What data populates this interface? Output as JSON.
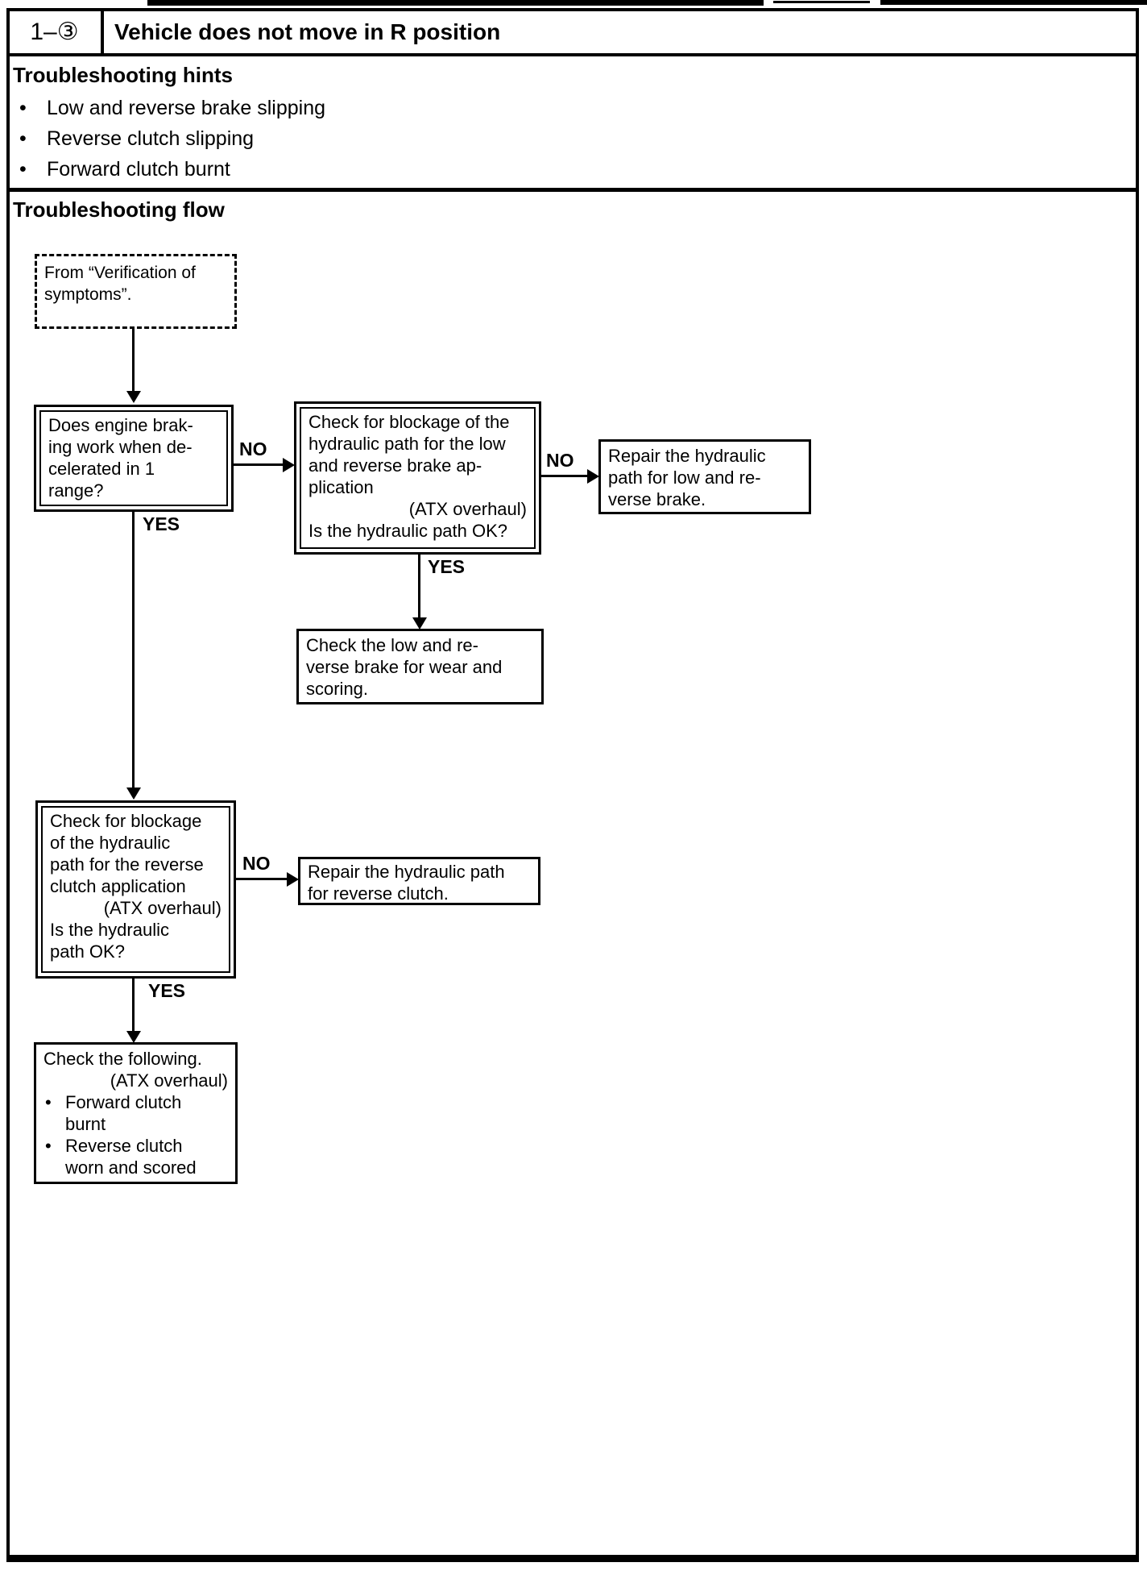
{
  "bullet": "•",
  "header": {
    "code": "1–③",
    "title": "Vehicle does not move in R position"
  },
  "hints": {
    "title": "Troubleshooting hints",
    "items": [
      "Low and reverse brake slipping",
      "Reverse clutch slipping",
      "Forward clutch burnt"
    ]
  },
  "flow": {
    "title": "Troubleshooting flow",
    "start": "From “Verification of\nsymptoms”.",
    "labels": {
      "yes": "YES",
      "no": "NO"
    },
    "nodes": {
      "engine_braking_question": "Does engine brak-\ning work when de-\ncelerated in 1\nrange?",
      "check_low_reverse_path": "Check for blockage of the\nhydraulic path for the low\nand reverse brake ap-\nplication",
      "atx_overhaul_note": "(ATX overhaul)",
      "hydraulic_path_ok_question": "Is the hydraulic path OK?",
      "repair_low_reverse": "Repair the hydraulic\npath for low and re-\nverse brake.",
      "check_low_reverse_wear": "Check the low and re-\nverse brake for wear and\nscoring.",
      "check_reverse_clutch_path": "Check for blockage\nof the hydraulic\npath for the reverse\nclutch application",
      "hydraulic_path_ok_question_2": "Is the hydraulic\npath OK?",
      "repair_reverse_clutch": "Repair the hydraulic path\nfor reverse clutch.",
      "final_check_intro": "Check the following.",
      "final_items": [
        "Forward clutch\nburnt",
        "Reverse clutch\nworn and scored"
      ]
    }
  }
}
